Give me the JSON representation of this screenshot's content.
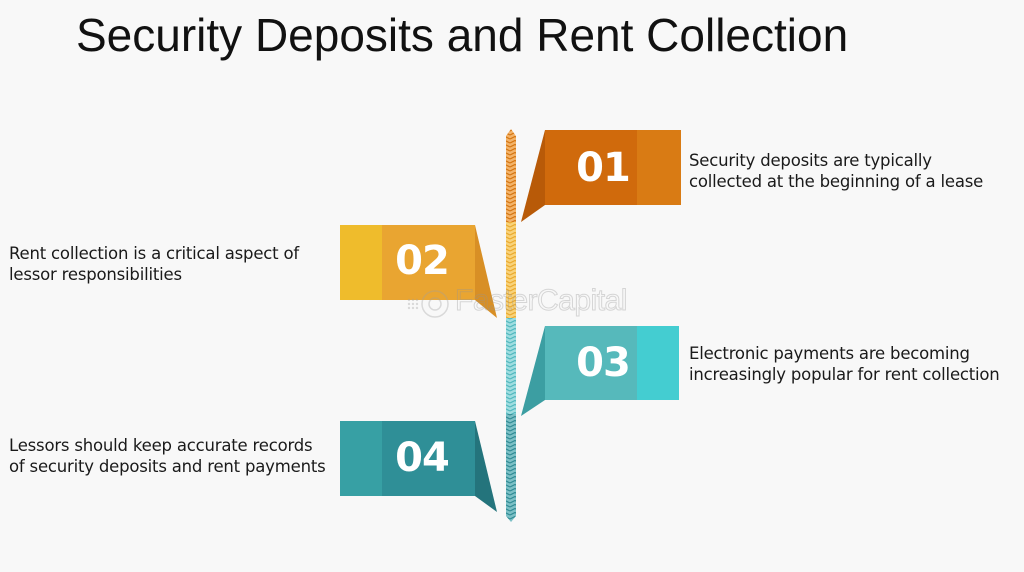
{
  "title": "Security Deposits and Rent Collection",
  "watermark": "FasterCapital",
  "colors": {
    "step1_main": "#d06a0c",
    "step1_light": "#d97b14",
    "step1_tail": "#b85a08",
    "step2_main": "#e9a531",
    "step2_light": "#efbc2c",
    "step2_tail": "#d88f25",
    "step3_main": "#56b9bb",
    "step3_light": "#44cdd1",
    "step3_tail": "#3c9ea2",
    "step4_main": "#2f8f97",
    "step4_light": "#37a0a4",
    "step4_tail": "#24747c"
  },
  "steps": [
    {
      "number": "01",
      "side": "right",
      "text_line1": "Security deposits are typically",
      "text_line2": "collected at the beginning of a lease"
    },
    {
      "number": "02",
      "side": "left",
      "text_line1": "Rent collection is a critical aspect of",
      "text_line2": "lessor responsibilities"
    },
    {
      "number": "03",
      "side": "right",
      "text_line1": "Electronic payments are becoming",
      "text_line2": "increasingly popular for rent collection"
    },
    {
      "number": "04",
      "side": "left",
      "text_line1": "Lessors should keep accurate records",
      "text_line2": "of security deposits and rent payments"
    }
  ]
}
